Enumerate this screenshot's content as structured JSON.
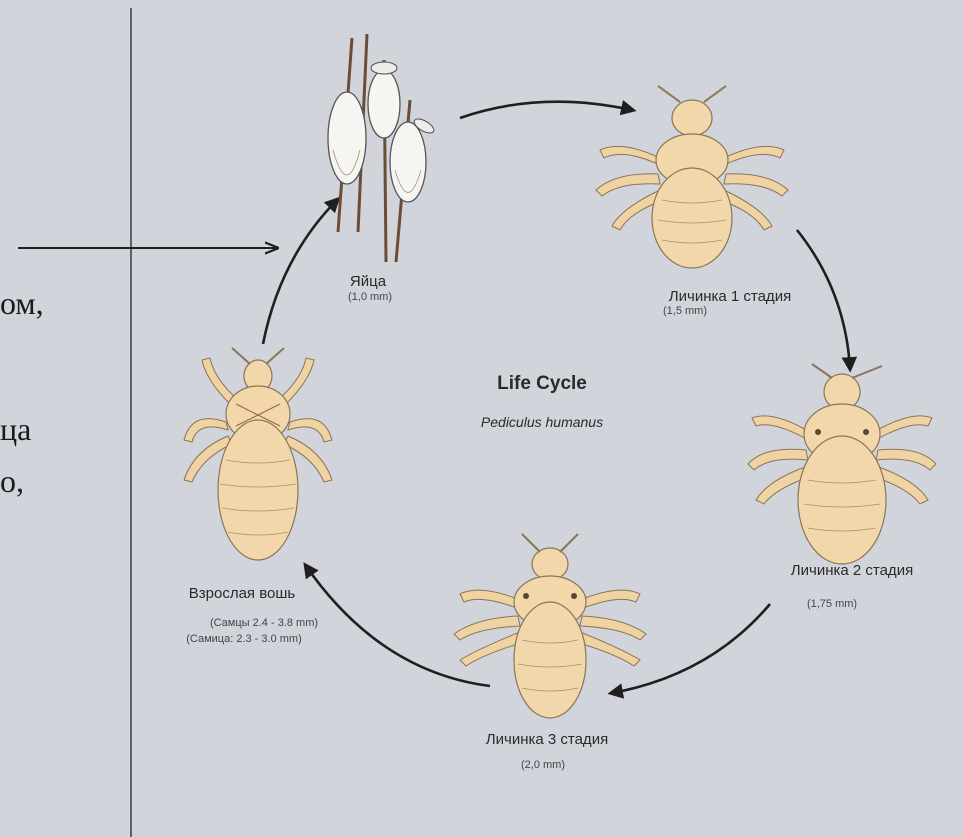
{
  "slide": {
    "left_text_fragments": [
      "ом,",
      "ца",
      "о,"
    ]
  },
  "diagram": {
    "title": "Life Cycle",
    "subtitle": "Pediculus humanus",
    "stages": [
      {
        "name": "Яйца",
        "size": "(1,0 mm)"
      },
      {
        "name": "Личинка 1 стадия",
        "size": "(1,5 mm)"
      },
      {
        "name": "Личинка 2 стадия",
        "size": "(1,75 mm)"
      },
      {
        "name": "Личинка 3 стадия",
        "size": "(2,0 mm)"
      },
      {
        "name": "Взрослая вошь",
        "size_lines": [
          "(Самцы 2.4 - 3.8 mm)",
          "(Самица: 2.3 - 3.0 mm)"
        ]
      }
    ]
  },
  "colors": {
    "background": "#d2d4dc",
    "louse_body": "#f1d7a9",
    "louse_outline": "#8a7556",
    "arrow": "#1f1f1f"
  }
}
